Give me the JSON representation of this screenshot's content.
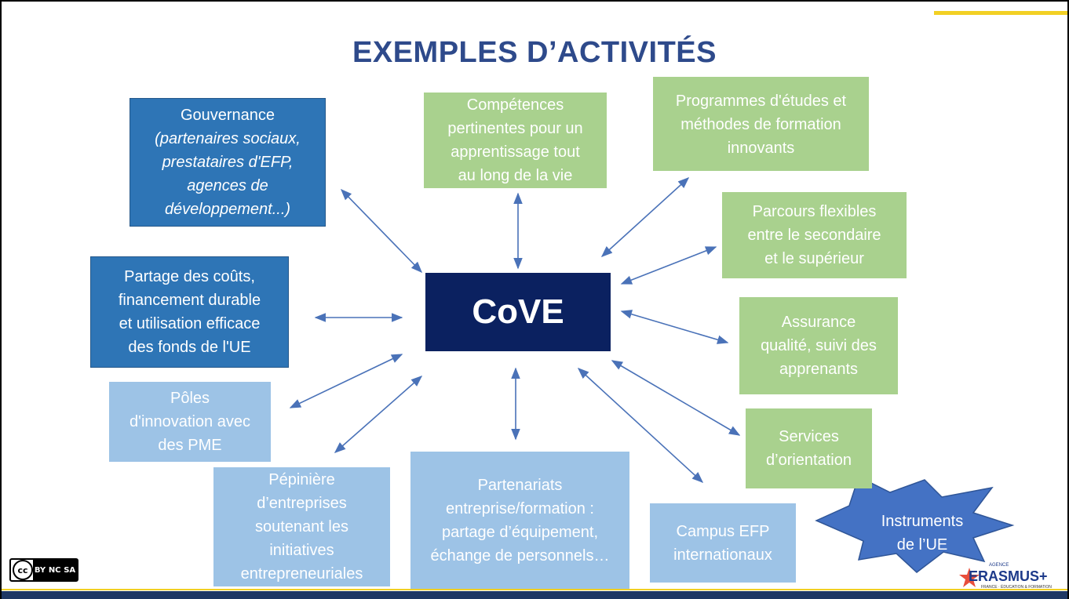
{
  "title": "EXEMPLES D’ACTIVITÉS",
  "center": "CoVE",
  "boxes": {
    "gouvernance": {
      "line1": "Gouvernance",
      "line2": "(partenaires sociaux,",
      "line3": "prestataires d'EFP,",
      "line4": "agences de",
      "line5": "développement...)"
    },
    "partage": {
      "line1": "Partage des coûts,",
      "line2": "financement durable",
      "line3": "et utilisation efficace",
      "line4": "des fonds de l'UE"
    },
    "poles": {
      "line1": "Pôles",
      "line2": "d'innovation avec",
      "line3": "des PME"
    },
    "pepiniere": {
      "line1": "Pépinière",
      "line2": "d’entreprises",
      "line3": "soutenant les",
      "line4": "initiatives",
      "line5": "entrepreneuriales"
    },
    "partenariats": {
      "line1": "Partenariats",
      "line2": "entreprise/formation :",
      "line3": "partage d’équipement,",
      "line4": "échange de personnels…"
    },
    "campus": {
      "line1": "Campus EFP",
      "line2": "internationaux"
    },
    "competences": {
      "line1": "Compétences",
      "line2": "pertinentes pour un",
      "line3": "apprentissage tout",
      "line4": "au long de la vie"
    },
    "programmes": {
      "line1": "Programmes d'études et",
      "line2": "méthodes de formation",
      "line3": "innovants"
    },
    "parcours": {
      "line1": "Parcours flexibles",
      "line2": "entre le secondaire",
      "line3": "et le supérieur"
    },
    "assurance": {
      "line1": "Assurance",
      "line2": "qualité, suivi des",
      "line3": "apprenants"
    },
    "services": {
      "line1": "Services",
      "line2": "d’orientation"
    }
  },
  "instruments": {
    "line1": "Instruments",
    "line2": "de l’UE"
  },
  "license": {
    "cc": "cc",
    "by": "BY",
    "nc": "NC",
    "sa": "SA"
  },
  "logo": {
    "agence": "AGENCE",
    "word": "ERASMUS+",
    "tagline": "FRANCE · ÉDUCATION & FORMATION"
  },
  "colors": {
    "title": "#2e4a8b",
    "dark_blue": "#2e75b6",
    "green": "#a9d18e",
    "light_blue": "#9dc3e6",
    "cove": "#0b2160",
    "arrow": "#4a72b8",
    "star": "#4472c4"
  }
}
